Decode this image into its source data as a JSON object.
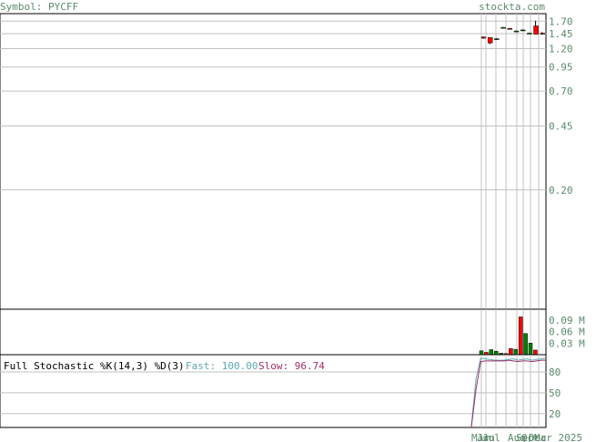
{
  "header": {
    "symbol_label": "Symbol: PYCFF",
    "site": "stockta.com"
  },
  "colors": {
    "text_green": "#5a8a6a",
    "grid": "#c0c0c0",
    "border": "#000000",
    "bar_up": "#008000",
    "bar_down": "#ff0000",
    "fast_line": "#5fa8b0",
    "slow_line": "#a0306a"
  },
  "chart_data": [
    {
      "type": "candlestick",
      "scale": "log",
      "y_ticks": [
        "1.70",
        "1.45",
        "1.20",
        "0.95",
        "0.70",
        "0.45",
        "0.20"
      ],
      "y_tick_values": [
        1.7,
        1.45,
        1.2,
        0.95,
        0.7,
        0.45,
        0.2
      ],
      "ylim": [
        0.044,
        1.87
      ],
      "candles": [
        {
          "o": 1.39,
          "h": 1.4,
          "l": 1.36,
          "c": 1.37
        },
        {
          "o": 1.38,
          "h": 1.38,
          "l": 1.27,
          "c": 1.29
        },
        {
          "o": 1.35,
          "h": 1.37,
          "l": 1.34,
          "c": 1.36
        },
        {
          "o": 1.57,
          "h": 1.58,
          "l": 1.56,
          "c": 1.57
        },
        {
          "o": 1.55,
          "h": 1.56,
          "l": 1.53,
          "c": 1.54
        },
        {
          "o": 1.5,
          "h": 1.51,
          "l": 1.49,
          "c": 1.5
        },
        {
          "o": 1.52,
          "h": 1.53,
          "l": 1.51,
          "c": 1.52
        },
        {
          "o": 1.46,
          "h": 1.47,
          "l": 1.45,
          "c": 1.46
        },
        {
          "o": 1.6,
          "h": 1.71,
          "l": 1.44,
          "c": 1.44
        },
        {
          "o": 1.46,
          "h": 1.48,
          "l": 1.43,
          "c": 1.45
        }
      ]
    },
    {
      "type": "bar",
      "series_name": "volume",
      "y_ticks": [
        "0.09 M",
        "0.06 M",
        "0.03 M"
      ],
      "y_tick_values": [
        0.09,
        0.06,
        0.03
      ],
      "ylim": [
        0,
        0.118
      ],
      "bars": [
        {
          "v": 0.01,
          "up": true
        },
        {
          "v": 0.006,
          "up": false
        },
        {
          "v": 0.013,
          "up": true
        },
        {
          "v": 0.009,
          "up": true
        },
        {
          "v": 0.004,
          "up": true
        },
        {
          "v": 0.003,
          "up": false
        },
        {
          "v": 0.016,
          "up": false
        },
        {
          "v": 0.014,
          "up": true
        },
        {
          "v": 0.098,
          "up": false
        },
        {
          "v": 0.055,
          "up": true
        },
        {
          "v": 0.03,
          "up": true
        },
        {
          "v": 0.012,
          "up": false
        }
      ]
    },
    {
      "type": "line",
      "title": "Full Stochastic %K(14,3) %D(3)",
      "fast_label": "Fast: 100.00",
      "slow_label": "Slow: 96.74",
      "y_ticks": [
        "80",
        "50",
        "20"
      ],
      "y_tick_values": [
        80,
        50,
        20
      ],
      "ylim": [
        0,
        105
      ],
      "series": [
        {
          "values": [
            2,
            70,
            100,
            99,
            98,
            97,
            97,
            97,
            98,
            99,
            97,
            98,
            99,
            97,
            98,
            99,
            100
          ]
        },
        {
          "values": [
            0,
            55,
            95,
            96,
            96,
            96,
            96,
            96,
            97,
            96,
            95,
            96,
            96,
            95,
            96,
            97,
            97
          ]
        }
      ]
    }
  ],
  "x_axis": {
    "labels": [
      "Mar",
      "Jun",
      "Jul",
      "Aug",
      "Sep",
      "Oct",
      "Dec",
      "Mar 2025"
    ]
  }
}
